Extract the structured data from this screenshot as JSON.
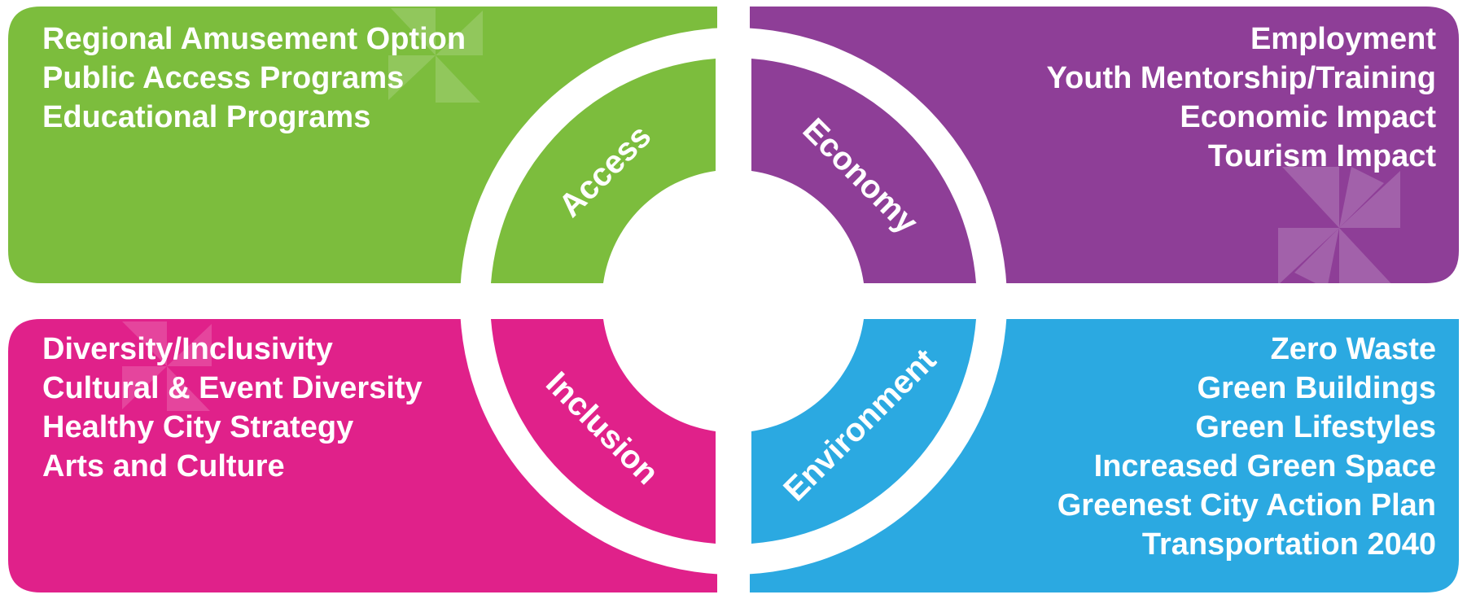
{
  "colors": {
    "access": "#7cbd3d",
    "economy": "#8e3e97",
    "inclusion": "#e0218a",
    "environment": "#2ba9e1"
  },
  "quadrants": {
    "access": {
      "label": "Access",
      "items": [
        "Regional Amusement Option",
        "Public Access Programs",
        "Educational Programs"
      ]
    },
    "economy": {
      "label": "Economy",
      "items": [
        "Employment",
        "Youth Mentorship/Training",
        "Economic Impact",
        "Tourism Impact"
      ]
    },
    "inclusion": {
      "label": "Inclusion",
      "items": [
        "Diversity/Inclusivity",
        "Cultural & Event Diversity",
        "Healthy City Strategy",
        "Arts and Culture"
      ]
    },
    "environment": {
      "label": "Environment",
      "items": [
        "Zero Waste",
        "Green Buildings",
        "Green Lifestyles",
        "Increased Green Space",
        "Greenest City Action Plan",
        "Transportation 2040"
      ]
    }
  }
}
